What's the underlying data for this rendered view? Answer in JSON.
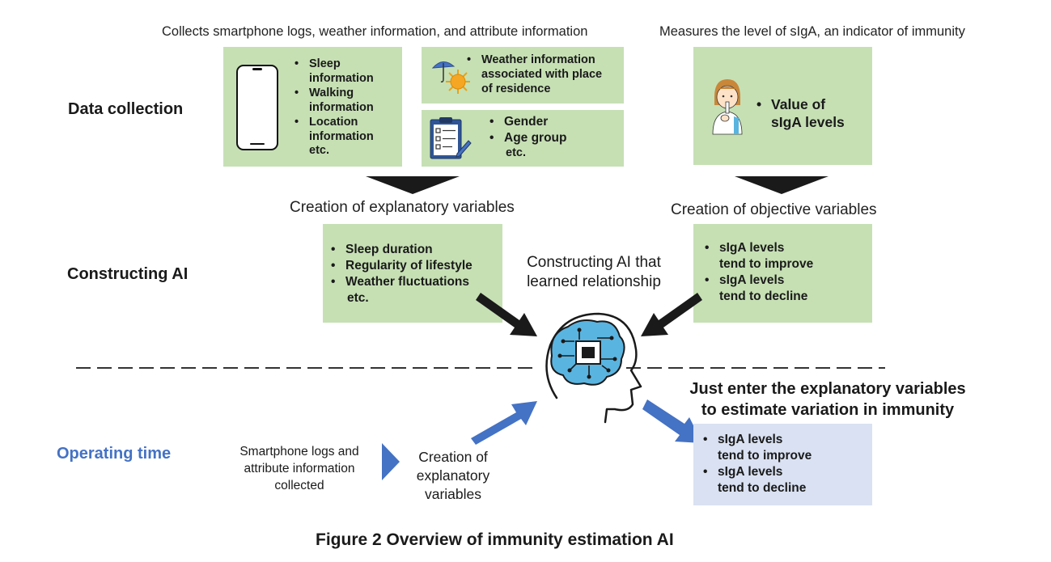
{
  "headers": {
    "collects": "Collects smartphone logs, weather information, and attribute information",
    "measures": "Measures the level of sIgA, an indicator of immunity"
  },
  "sections": {
    "data_collection": "Data collection",
    "constructing_ai": "Constructing AI",
    "operating_time": "Operating time"
  },
  "smartphone_box": {
    "items": [
      "Sleep\ninformation",
      "Walking\ninformation",
      "Location\ninformation"
    ],
    "etc": "etc."
  },
  "weather_box": {
    "items": [
      "Weather information\nassociated with place\nof residence"
    ]
  },
  "attribute_box": {
    "items": [
      "Gender",
      "Age group"
    ],
    "etc": "etc."
  },
  "siga_box": {
    "items": [
      "Value of\nsIgA levels"
    ]
  },
  "explanatory_caption": "Creation of explanatory variables",
  "objective_caption": "Creation of objective variables",
  "explanatory_box": {
    "items": [
      "Sleep duration",
      "Regularity of lifestyle",
      "Weather fluctuations"
    ],
    "etc": "etc."
  },
  "objective_box": {
    "items": [
      "sIgA levels\ntend to improve",
      "sIgA levels\ntend to decline"
    ]
  },
  "constructing_text": "Constructing AI that\nlearned relationship",
  "just_enter": "Just enter the explanatory variables\nto estimate variation in immunity",
  "operating": {
    "logs_collected": "Smartphone logs and\nattribute information\ncollected",
    "creation": "Creation of\nexplanatory\nvariables"
  },
  "result_box": {
    "items": [
      "sIgA levels\ntend to improve",
      "sIgA levels\ntend to decline"
    ]
  },
  "figure_caption": "Figure 2  Overview of immunity estimation AI",
  "colors": {
    "green_box": "#c6e0b4",
    "blue_box": "#d9e1f2",
    "arrow_blue": "#4472c4",
    "arrow_dark": "#1a1a1a",
    "brain_blue": "#5ab4e0"
  },
  "icons": [
    "smartphone-icon",
    "umbrella-sun-icon",
    "clipboard-icon",
    "person-saliva-icon",
    "head-brain-chip-icon"
  ]
}
